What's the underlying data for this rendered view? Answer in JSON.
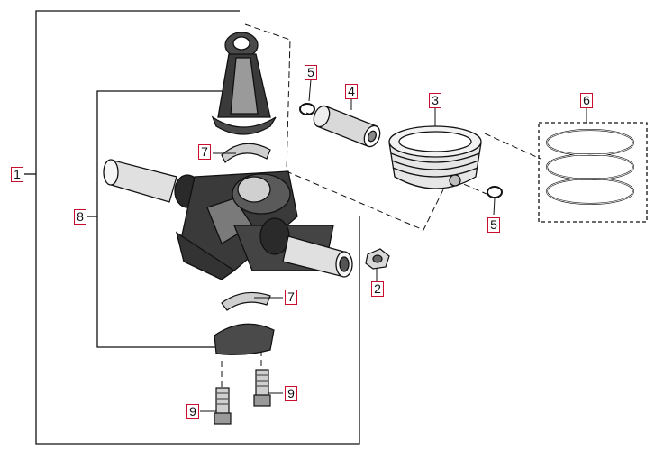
{
  "colors": {
    "callout_border": "#c8102e",
    "line": "#111111",
    "shade": "#bfbfbf",
    "dark": "#3a3a3a"
  },
  "callouts": {
    "c1": "1",
    "c2": "2",
    "c3": "3",
    "c4": "4",
    "c5a": "5",
    "c5b": "5",
    "c6": "6",
    "c7a": "7",
    "c7b": "7",
    "c8": "8",
    "c9a": "9",
    "c9b": "9"
  }
}
